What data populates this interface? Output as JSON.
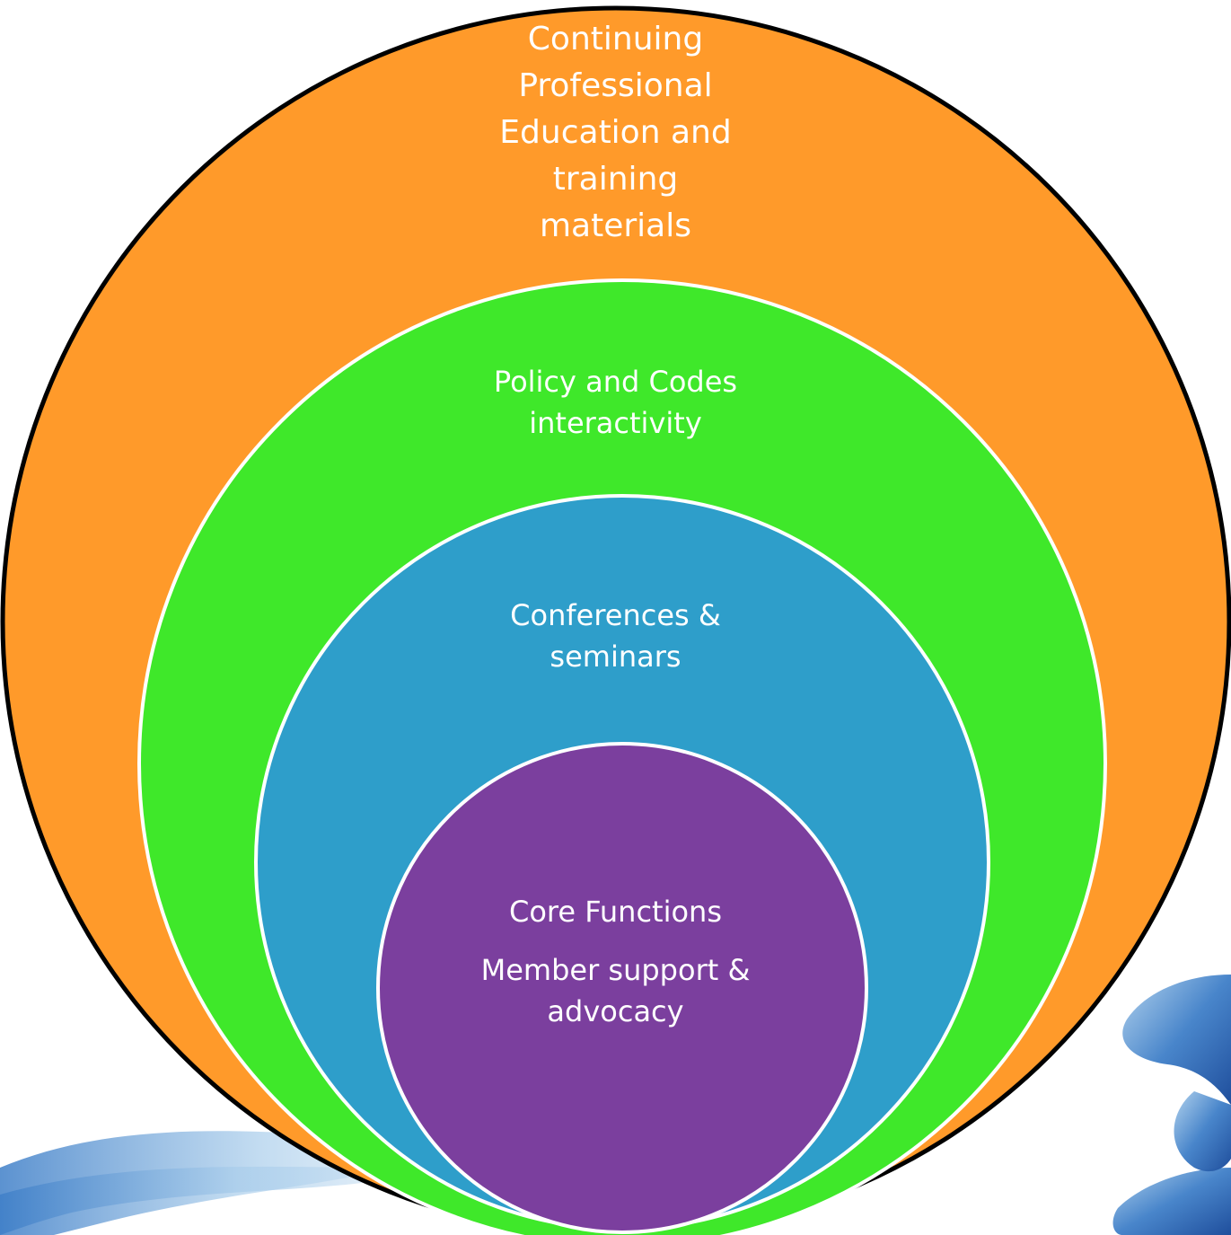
{
  "rings": [
    {
      "id": "outer",
      "color": "#FF9A2A",
      "lines": [
        "Continuing",
        "Professional",
        "Education and",
        "training",
        "materials"
      ]
    },
    {
      "id": "second",
      "color": "#3FE82A",
      "lines": [
        "Policy and Codes",
        "interactivity"
      ]
    },
    {
      "id": "third",
      "color": "#2E9ECA",
      "lines": [
        "Conferences &",
        "seminars"
      ]
    },
    {
      "id": "core",
      "color": "#7B3F9E",
      "title": "Core Functions",
      "lines": [
        "Member support &",
        "advocacy"
      ]
    }
  ],
  "colors": {
    "outer_border": "#000000",
    "inner_border": "#ffffff",
    "water_dark": "#1F4E9C",
    "water_mid": "#3F7FC8",
    "water_light": "#A9CDEB",
    "label_text": "#ffffff"
  },
  "icons": {
    "background": "water-splash-icon"
  }
}
